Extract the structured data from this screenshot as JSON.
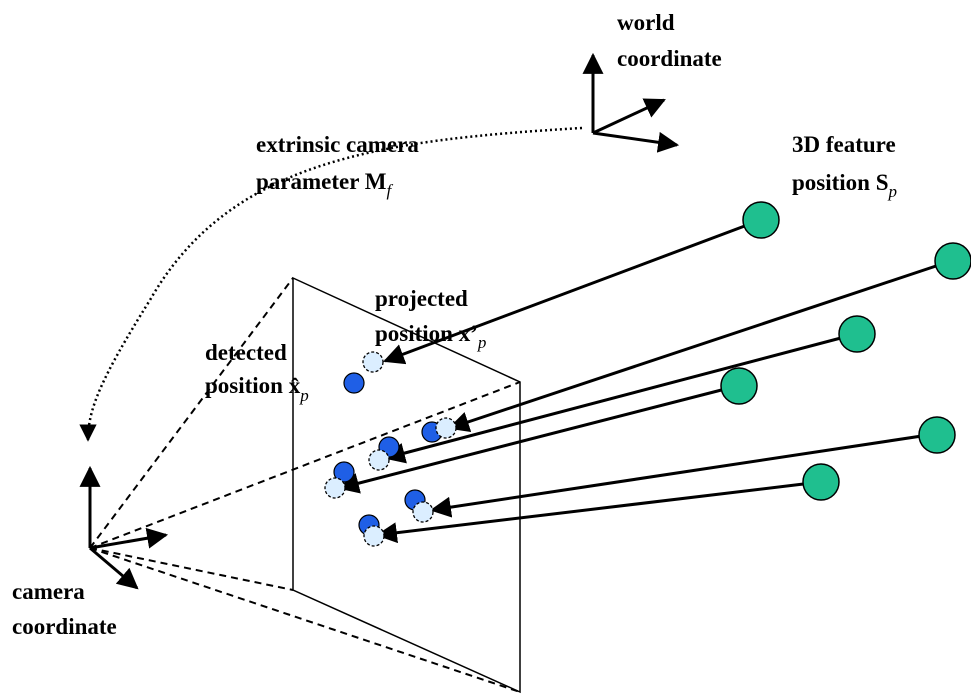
{
  "labels": {
    "world_line1": "world",
    "world_line2": "coordinate",
    "extrinsic_line1": "extrinsic camera",
    "extrinsic_line2": "parameter M",
    "extrinsic_sub": "f",
    "feature_line1": "3D feature",
    "feature_line2": "position S",
    "feature_sub": "p",
    "projected_line1": "projected",
    "projected_line2": "position x’",
    "projected_sub": "p",
    "detected_line1": "detected",
    "detected_line2": "position  x̂",
    "detected_sub": "p",
    "camera_line1": "camera",
    "camera_line2": "coordinate"
  },
  "colors": {
    "feature_fill": "#1fbf8f",
    "detected_fill": "#1f5fe6",
    "projected_fill": "#dbeeff"
  }
}
